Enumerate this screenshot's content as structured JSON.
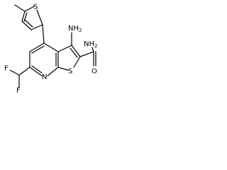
{
  "molecule": {
    "atoms": {
      "methyl_s": "S",
      "amino": "NH",
      "amino_sub": "2",
      "amide_n": "NH",
      "amide_n_sub": "2",
      "carbonyl_o": "O",
      "ring_s": "S",
      "ring_n": "N",
      "f_top": "F",
      "f_bottom": "F"
    }
  }
}
